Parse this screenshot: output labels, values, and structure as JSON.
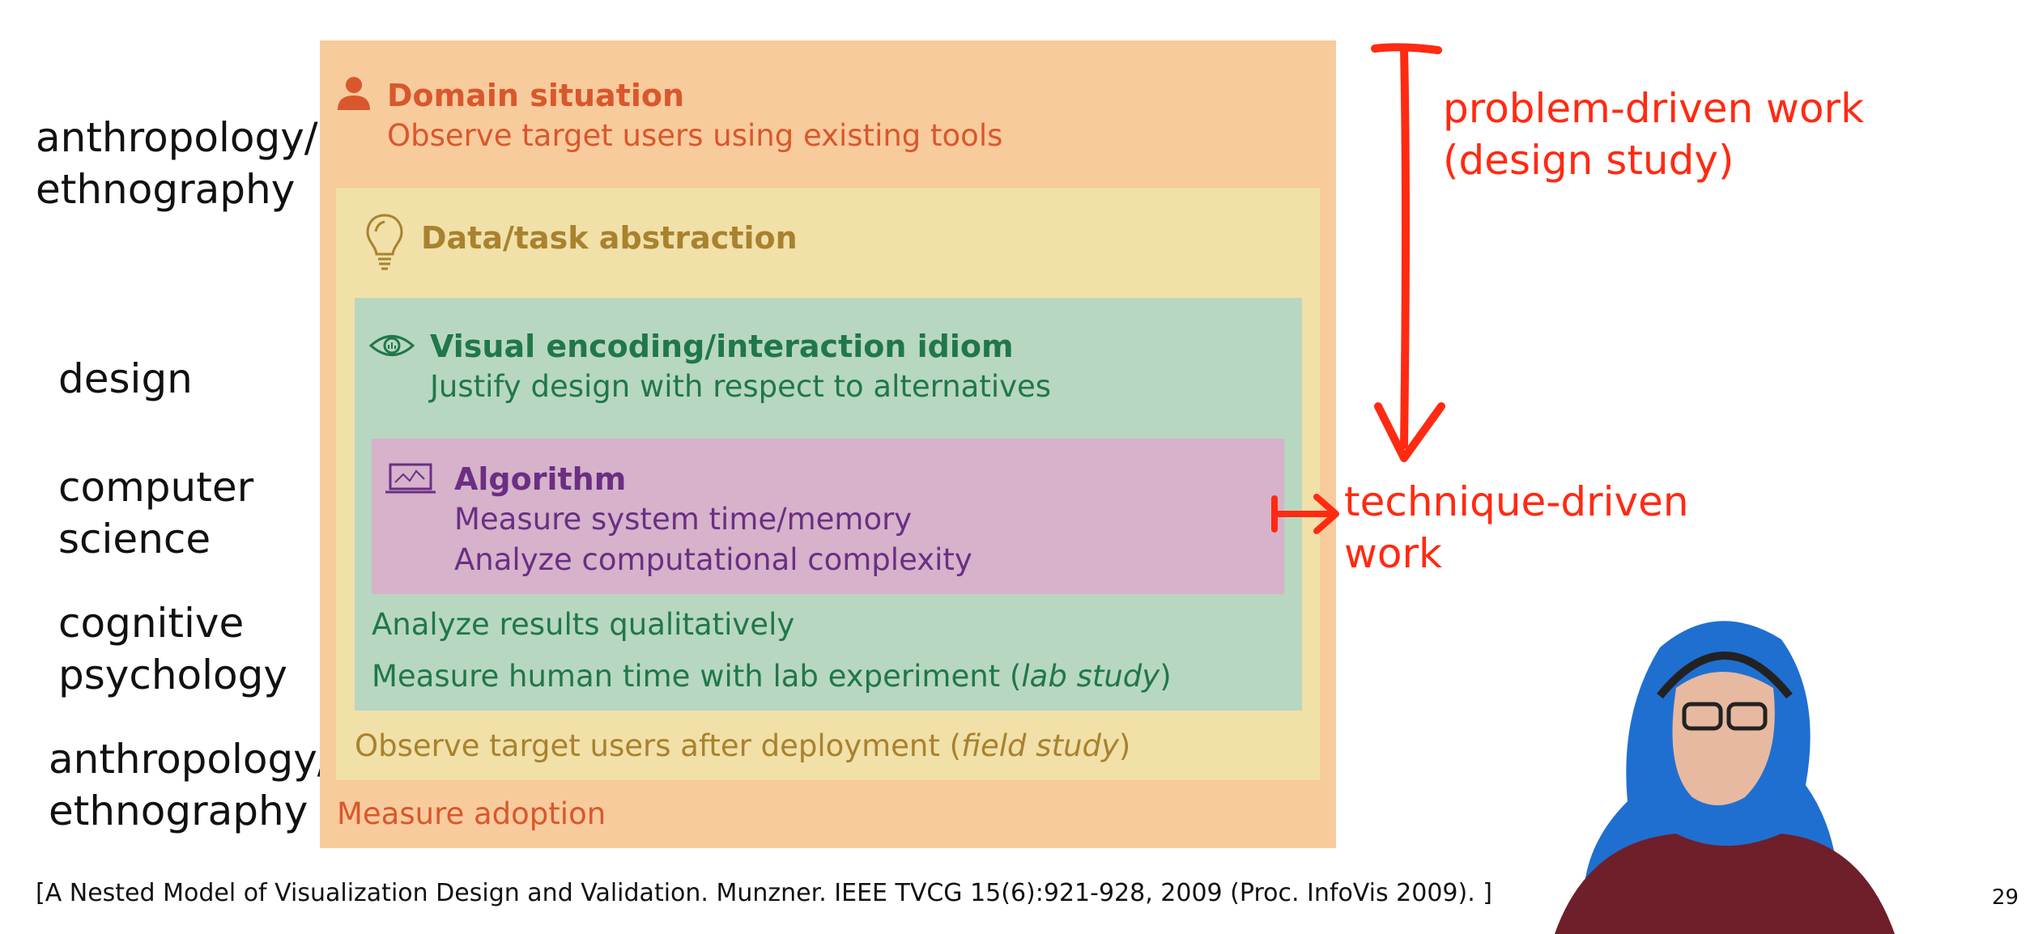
{
  "left_labels": {
    "anthro_top": [
      "anthropology/",
      "ethnography"
    ],
    "design": "design",
    "cs": [
      "computer",
      "science"
    ],
    "cog": [
      "cognitive",
      "psychology"
    ],
    "anthro_bottom": [
      "anthropology/",
      "ethnography"
    ]
  },
  "levels": {
    "domain": {
      "title": "Domain situation",
      "desc": "Observe target users using existing tools",
      "icon": "person-icon"
    },
    "abstraction": {
      "title": "Data/task abstraction",
      "icon": "lightbulb-icon"
    },
    "idiom": {
      "title": "Visual encoding/interaction idiom",
      "desc": "Justify design with respect to alternatives",
      "icon": "eye-icon"
    },
    "algorithm": {
      "title": "Algorithm",
      "desc1": "Measure system time/memory",
      "desc2": "Analyze computational complexity",
      "icon": "laptop-chart-icon"
    }
  },
  "downstream": {
    "analyze_results": "Analyze results qualitatively",
    "lab_prefix": "Measure human time with lab experiment (",
    "lab_italic": "lab study",
    "lab_suffix": ")",
    "field_prefix": "Observe target users after deployment (",
    "field_italic": "field study",
    "field_suffix": ")",
    "adoption": "Measure adoption"
  },
  "annotations": {
    "problem_driven": [
      "problem-driven work",
      "(design study)"
    ],
    "technique_driven": [
      "technique-driven",
      "work"
    ]
  },
  "citation": "[A Nested Model of Visualization Design and Validation. Munzner.  IEEE TVCG 15(6):921-928, 2009 (Proc. InfoVis 2009). ]",
  "slide_number": "29",
  "colors": {
    "domain": "#f8cb9c",
    "abstraction": "#f1e0a8",
    "idiom": "#b7d7c0",
    "algorithm": "#d6b2cb",
    "annotation": "#ff2a12"
  }
}
